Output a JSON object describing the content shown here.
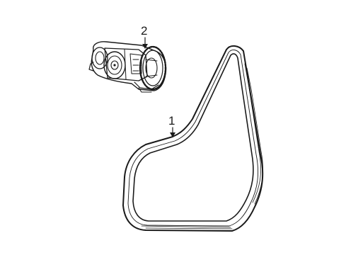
{
  "callouts": [
    {
      "id": "belt",
      "number": "1"
    },
    {
      "id": "tensioner",
      "number": "2"
    }
  ],
  "colors": {
    "ink": "#1a1a1a",
    "background": "#ffffff"
  },
  "parts": [
    {
      "callout": "1",
      "icon": "serpentine-belt-icon"
    },
    {
      "callout": "2",
      "icon": "belt-tensioner-icon"
    }
  ]
}
